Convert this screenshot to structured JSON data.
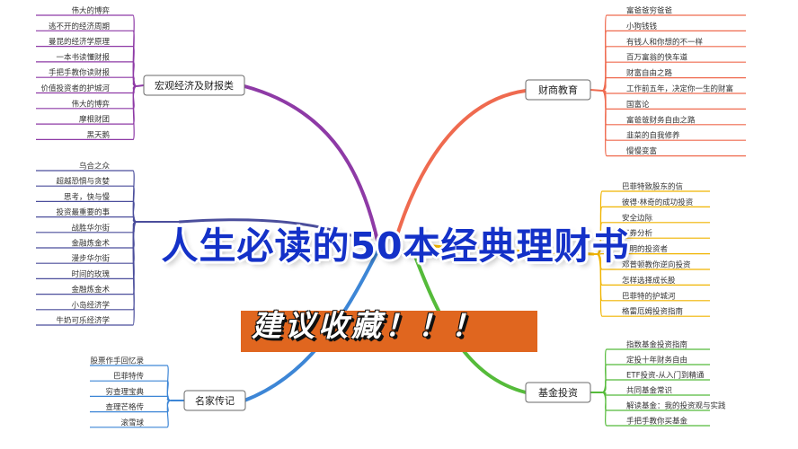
{
  "title": "人生必读的50本经典理财书",
  "banner": "建议收藏！！！",
  "colors": {
    "macro": "#8e3aa6",
    "wealth": "#ef6a4f",
    "left_mid": "#4b4e9c",
    "value": "#f0b400",
    "bio": "#3d86d6",
    "fund": "#55bb3a",
    "banner_bg": "#e0661f",
    "title": "#1431c8"
  },
  "branches": {
    "macro": {
      "label": "宏观经济及财报类",
      "items": [
        "伟大的博弈",
        "逃不开的经济周期",
        "曼昆的经济学原理",
        "一本书读懂财报",
        "手把手教你读财报",
        "价值投资者的护城河",
        "伟大的博弈",
        "摩根财团",
        "黑天鹅"
      ]
    },
    "left_mid": {
      "items": [
        "乌合之众",
        "超越恐惧与贪婪",
        "思考，快与慢",
        "投资最重要的事",
        "战胜华尔街",
        "金融炼金术",
        "漫步华尔街",
        "时间的玫瑰",
        "金融炼金术",
        "小岛经济学",
        "牛奶可乐经济学"
      ]
    },
    "bio": {
      "label": "名家传记",
      "items": [
        "股票作手回忆录",
        "巴菲特传",
        "穷查理宝典",
        "查理芒格传",
        "滚雪球"
      ]
    },
    "wealth": {
      "label": "财商教育",
      "items": [
        "富爸爸穷爸爸",
        "小狗钱钱",
        "有钱人和你想的不一样",
        "百万富翁的快车道",
        "财富自由之路",
        "工作前五年，决定你一生的财富",
        "国富论",
        "富爸爸财务自由之路",
        "韭菜的自我修养",
        "慢慢变富"
      ]
    },
    "value": {
      "items": [
        "巴菲特致股东的信",
        "彼得·林奇的成功投资",
        "安全边际",
        "证券分析",
        "聪明的投资者",
        "邓普顿教你逆向投资",
        "怎样选择成长股",
        "巴菲特的护城河",
        "格雷厄姆投资指南"
      ]
    },
    "fund": {
      "label": "基金投资",
      "items": [
        "指数基金投资指南",
        "定投十年财务自由",
        "ETF投资-从入门到精通",
        "共同基金常识",
        "解读基金：我的投资观与实践",
        "手把手教你买基金"
      ]
    }
  }
}
